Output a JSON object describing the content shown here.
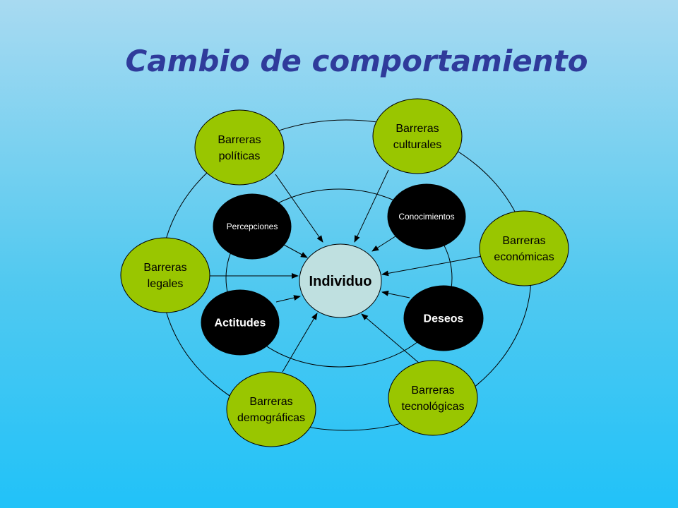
{
  "title": "Cambio de comportamiento",
  "colors": {
    "barrier_fill": "#99c600",
    "inner_fill": "#000000",
    "center_fill": "#bfe0e0",
    "title": "#2f3b9b",
    "line": "#000000"
  },
  "center": {
    "label": "Individuo"
  },
  "inner_nodes": [
    {
      "id": "percepciones",
      "lines": [
        "Percepciones"
      ]
    },
    {
      "id": "conocimientos",
      "lines": [
        "Conocimientos"
      ]
    },
    {
      "id": "actitudes",
      "lines": [
        "Actitudes"
      ]
    },
    {
      "id": "deseos",
      "lines": [
        "Deseos"
      ]
    }
  ],
  "barrier_nodes": [
    {
      "id": "politicas",
      "lines": [
        "Barreras",
        "políticas"
      ]
    },
    {
      "id": "culturales",
      "lines": [
        "Barreras",
        "culturales"
      ]
    },
    {
      "id": "economicas",
      "lines": [
        "Barreras",
        "económicas"
      ]
    },
    {
      "id": "legales",
      "lines": [
        "Barreras",
        "legales"
      ]
    },
    {
      "id": "demograficas",
      "lines": [
        "Barreras",
        "demográficas"
      ]
    },
    {
      "id": "tecnologicas",
      "lines": [
        "Barreras",
        "tecnológicas"
      ]
    }
  ]
}
